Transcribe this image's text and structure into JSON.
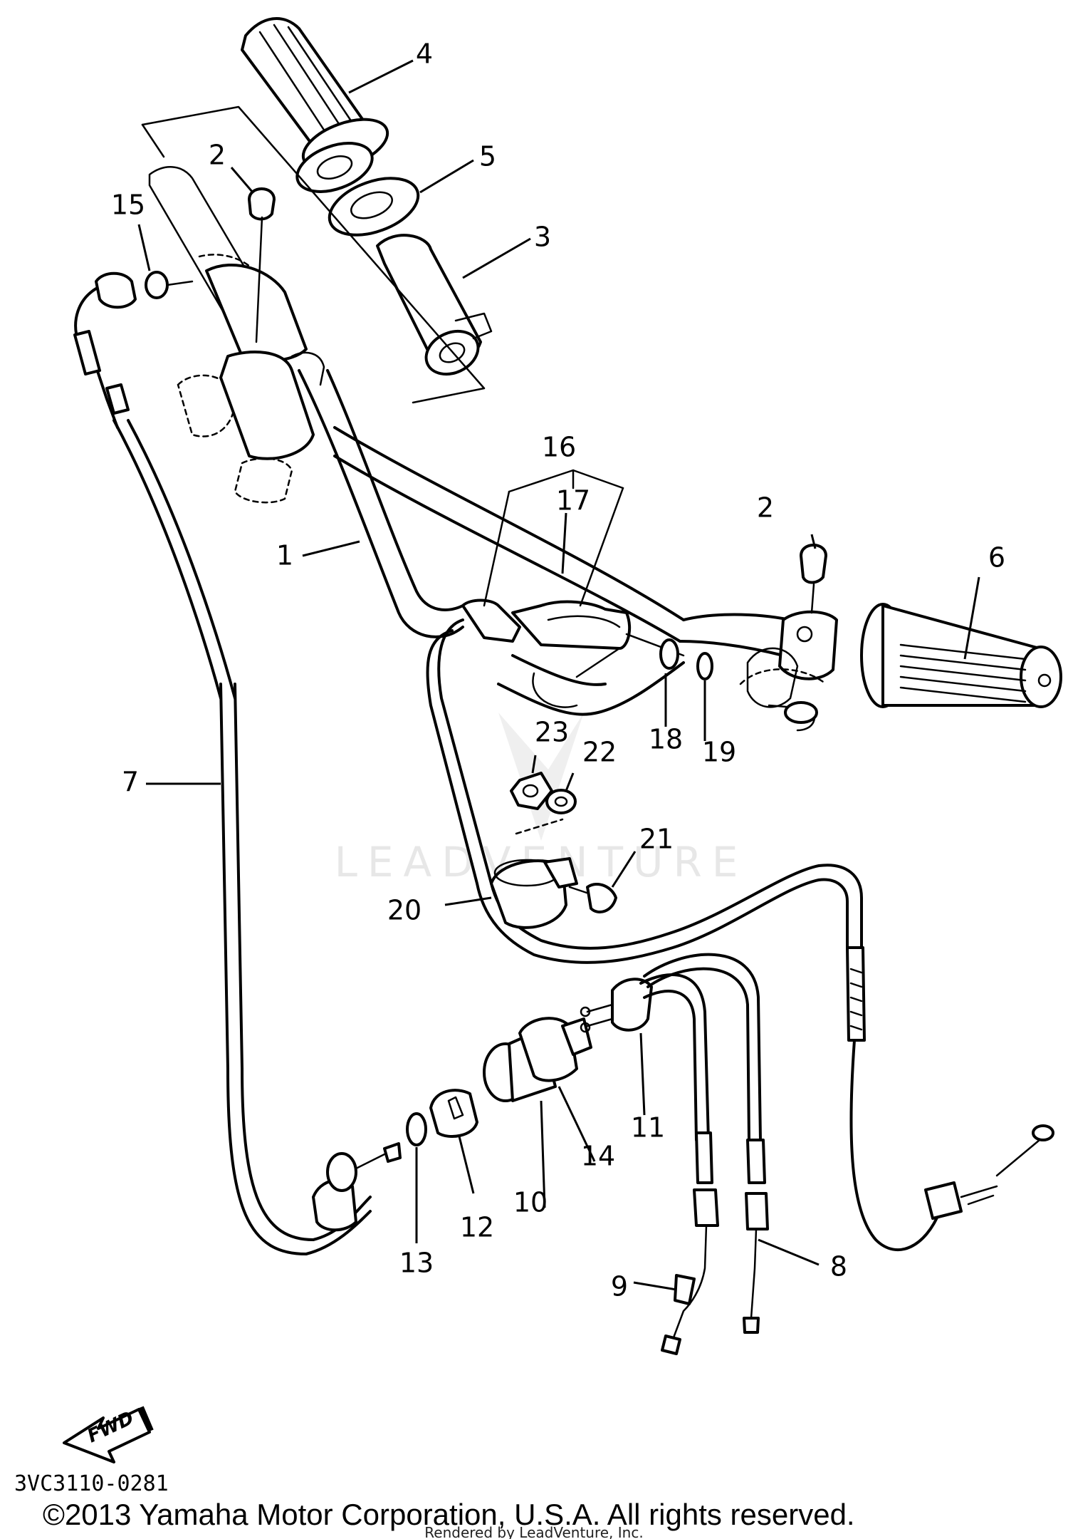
{
  "watermark": "LEADVENTURE",
  "diagram_code": "3VC3110-0281",
  "copyright": "©2013 Yamaha Motor Corporation, U.S.A. All rights reserved.",
  "rendered_by": "Rendered by LeadVenture, Inc.",
  "fwd_label": "FWD",
  "callouts": {
    "c1": "1",
    "c2a": "2",
    "c2b": "2",
    "c3": "3",
    "c4": "4",
    "c5": "5",
    "c6": "6",
    "c7": "7",
    "c8": "8",
    "c9": "9",
    "c10": "10",
    "c11": "11",
    "c12": "12",
    "c13": "13",
    "c14": "14",
    "c15": "15",
    "c16": "16",
    "c17": "17",
    "c18": "18",
    "c19": "19",
    "c20": "20",
    "c21": "21",
    "c22": "22",
    "c23": "23"
  }
}
